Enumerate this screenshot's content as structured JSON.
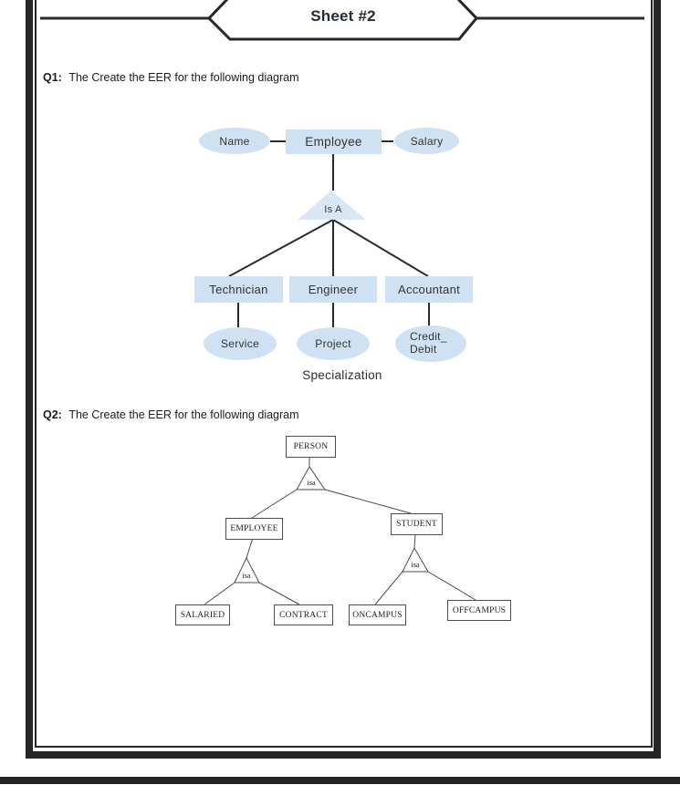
{
  "banner": {
    "title": "Sheet #2"
  },
  "questions": [
    {
      "label": "Q1:",
      "text": "The Create the EER for the following diagram"
    },
    {
      "label": "Q2:",
      "text": "The Create the EER for the following diagram"
    }
  ],
  "diagram1": {
    "attribute_left": "Name",
    "entity": "Employee",
    "attribute_right": "Salary",
    "isa_label": "Is A",
    "subclass_1": "Technician",
    "subclass_2": "Engineer",
    "subclass_3": "Accountant",
    "attr_1": "Service",
    "attr_2": "Project",
    "attr_3_line1": "Credit_",
    "attr_3_line2": "Debit",
    "caption": "Specialization"
  },
  "diagram2": {
    "root": "PERSON",
    "isa_1": "isa",
    "isa_2": "isa",
    "isa_3": "isa",
    "employee": "EMPLOYEE",
    "student": "STUDENT",
    "salaried": "SALARIED",
    "contract": "CONTRACT",
    "oncampus": "ONCAMPUS",
    "offcampus": "OFFCAMPUS"
  },
  "colors": {
    "shape_fill": "#cfe2f3",
    "triangle_fill": "#d9e7f5",
    "diagram1_line": "#2b2b2b",
    "diagram2_line": "#4d4d4d",
    "frame": "#262626",
    "banner_text": "#242b36"
  }
}
